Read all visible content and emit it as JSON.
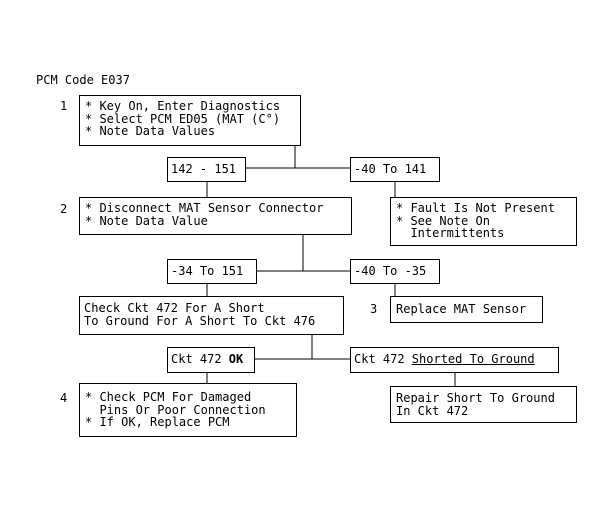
{
  "title": "PCM Code E037",
  "steps": {
    "s1": "1",
    "s2": "2",
    "s3": "3",
    "s4": "4"
  },
  "box1": {
    "lines": [
      "* Key On, Enter Diagnostics",
      "* Select PCM ED05 (MAT (C°)",
      "* Note Data Values"
    ]
  },
  "cond_142_151": "142 - 151",
  "cond_m40_141": "-40 To 141",
  "box2": {
    "lines": [
      "* Disconnect MAT Sensor Connector",
      "* Note Data Value"
    ]
  },
  "box_fault": {
    "lines": [
      "* Fault Is Not Present",
      "* See Note On",
      "  Intermittents"
    ]
  },
  "cond_m34_151": "-34 To 151",
  "cond_m40_m35": "-40 To -35",
  "box_check": {
    "lines": [
      "Check Ckt 472 For A Short",
      "To Ground For A Short To Ckt 476"
    ]
  },
  "box_replace": {
    "lines": [
      "Replace MAT Sensor"
    ]
  },
  "cond_ok": {
    "prefix": "Ckt 472 ",
    "bold": "OK"
  },
  "cond_shorted": {
    "prefix": "Ckt 472 ",
    "underlined": "Shorted To Ground"
  },
  "box4": {
    "lines": [
      "* Check PCM For Damaged",
      "  Pins Or Poor Connection",
      "* If OK, Replace PCM"
    ]
  },
  "box_repair": {
    "lines": [
      "Repair Short To Ground",
      "In Ckt 472"
    ]
  }
}
